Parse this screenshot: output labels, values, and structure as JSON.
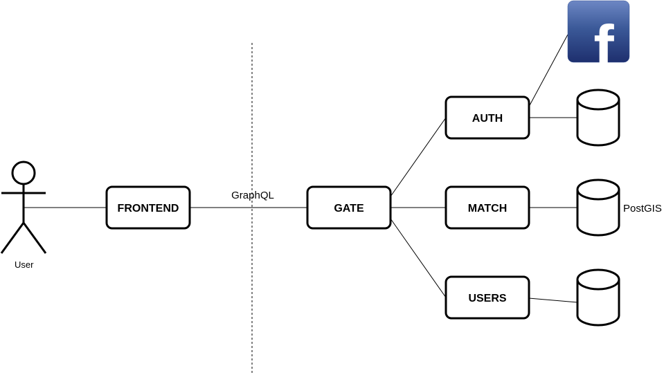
{
  "actor": {
    "label": "User"
  },
  "boundary": {
    "protocol_label": "GraphQL"
  },
  "services": {
    "frontend": "FRONTEND",
    "gate": "GATE",
    "auth": "AUTH",
    "match": "MATCH",
    "users": "USERS"
  },
  "databases": {
    "match_db_label": "PostGIS"
  },
  "external": {
    "auth_provider_icon": "facebook-icon",
    "auth_provider_glyph": "f",
    "auth_provider_color": "#3b5998"
  },
  "colors": {
    "stroke": "#000000",
    "background": "#ffffff"
  }
}
